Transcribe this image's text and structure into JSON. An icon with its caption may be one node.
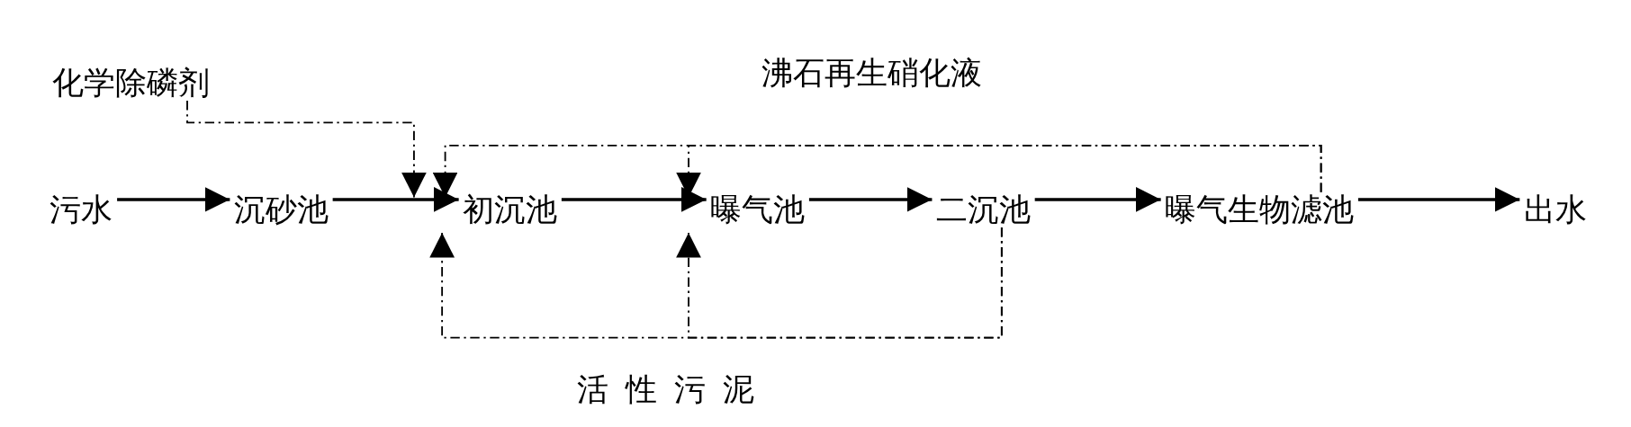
{
  "diagram": {
    "nodes": [
      {
        "text": [
          "化学除磷剂"
        ]
      },
      {
        "text": [
          "污水"
        ]
      },
      {
        "text": [
          "沉砂池"
        ]
      },
      {
        "text": [
          "初沉池"
        ]
      },
      {
        "text": [
          "曝气池"
        ]
      },
      {
        "text": [
          "二沉池"
        ]
      },
      {
        "text": [
          "曝气生物滤池"
        ]
      },
      {
        "text": [
          "出水"
        ]
      }
    ],
    "edges": [
      {
        "from": 1,
        "to": 2,
        "arrow": "to"
      },
      {
        "from": 2,
        "to": 3,
        "arrow": "to"
      },
      {
        "from": 3,
        "to": 4,
        "arrow": "to"
      },
      {
        "from": 4,
        "to": 5,
        "arrow": "to"
      },
      {
        "from": 5,
        "to": 6,
        "arrow": "to"
      },
      {
        "from": 6,
        "to": 7,
        "arrow": "to"
      },
      {
        "from": 0,
        "to": 3,
        "arrow": "to",
        "style": "dashed"
      },
      {
        "from": 6,
        "to": 3,
        "arrow": "to",
        "style": "dashed",
        "label": "沸石再生硝化液"
      },
      {
        "from": 6,
        "to": 4,
        "arrow": "to",
        "style": "dashed"
      },
      {
        "from": 5,
        "to": 3,
        "arrow": "to",
        "style": "dashed",
        "label": "活性污泥"
      },
      {
        "from": 5,
        "to": 4,
        "arrow": "to",
        "style": "dashed"
      }
    ]
  }
}
